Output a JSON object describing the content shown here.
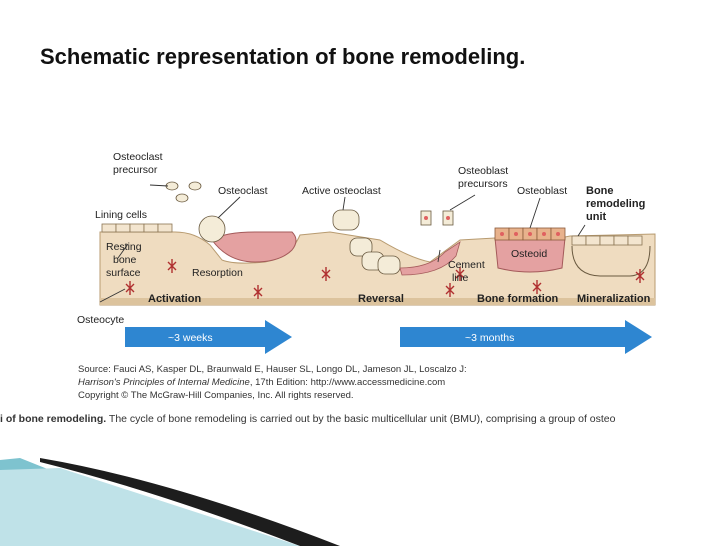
{
  "slide": {
    "title": "Schematic representation of bone remodeling."
  },
  "diagram": {
    "labels": {
      "osteoclast_precursor_1": "Osteoclast",
      "osteoclast_precursor_2": "precursor",
      "osteoclast": "Osteoclast",
      "active_osteoclast": "Active osteoclast",
      "osteoblast_precursors_1": "Osteoblast",
      "osteoblast_precursors_2": "precursors",
      "osteoblast": "Osteoblast",
      "bone_remodeling_unit_1": "Bone",
      "bone_remodeling_unit_2": "remodeling",
      "bone_remodeling_unit_3": "unit",
      "lining_cells": "Lining cells",
      "resting_bone_surface_1": "Resting",
      "resting_bone_surface_2": "bone",
      "resting_bone_surface_3": "surface",
      "resorption": "Resorption",
      "osteoid": "Osteoid",
      "cement_line_1": "Cement",
      "cement_line_2": "line",
      "osteocyte": "Osteocyte"
    },
    "phases": {
      "activation": "Activation",
      "reversal": "Reversal",
      "bone_formation": "Bone formation",
      "mineralization": "Mineralization"
    },
    "timeline": {
      "weeks": "~3 weeks",
      "months": "~3 months"
    },
    "colors": {
      "bone": "#efdcc0",
      "bone_dark": "#dcc39d",
      "resorption": "#e4a1a1",
      "arrow": "#2e86d1",
      "cell_nucleus": "#e06060"
    }
  },
  "source": {
    "line1": "Source: Fauci AS, Kasper DL, Braunwald E, Hauser SL, Longo DL, Jameson JL, Loscalzo J:",
    "line2_italic": "Harrison's Principles of Internal Medicine",
    "line2_rest": ", 17th Edition: http://www.accessmedicine.com",
    "line3": "Copyright © The McGraw-Hill Companies, Inc. All rights reserved."
  },
  "caption": {
    "bold": "i of bone remodeling.",
    "rest": " The cycle of bone remodeling is carried out by the basic multicellular unit (BMU), comprising a group of osteo"
  }
}
